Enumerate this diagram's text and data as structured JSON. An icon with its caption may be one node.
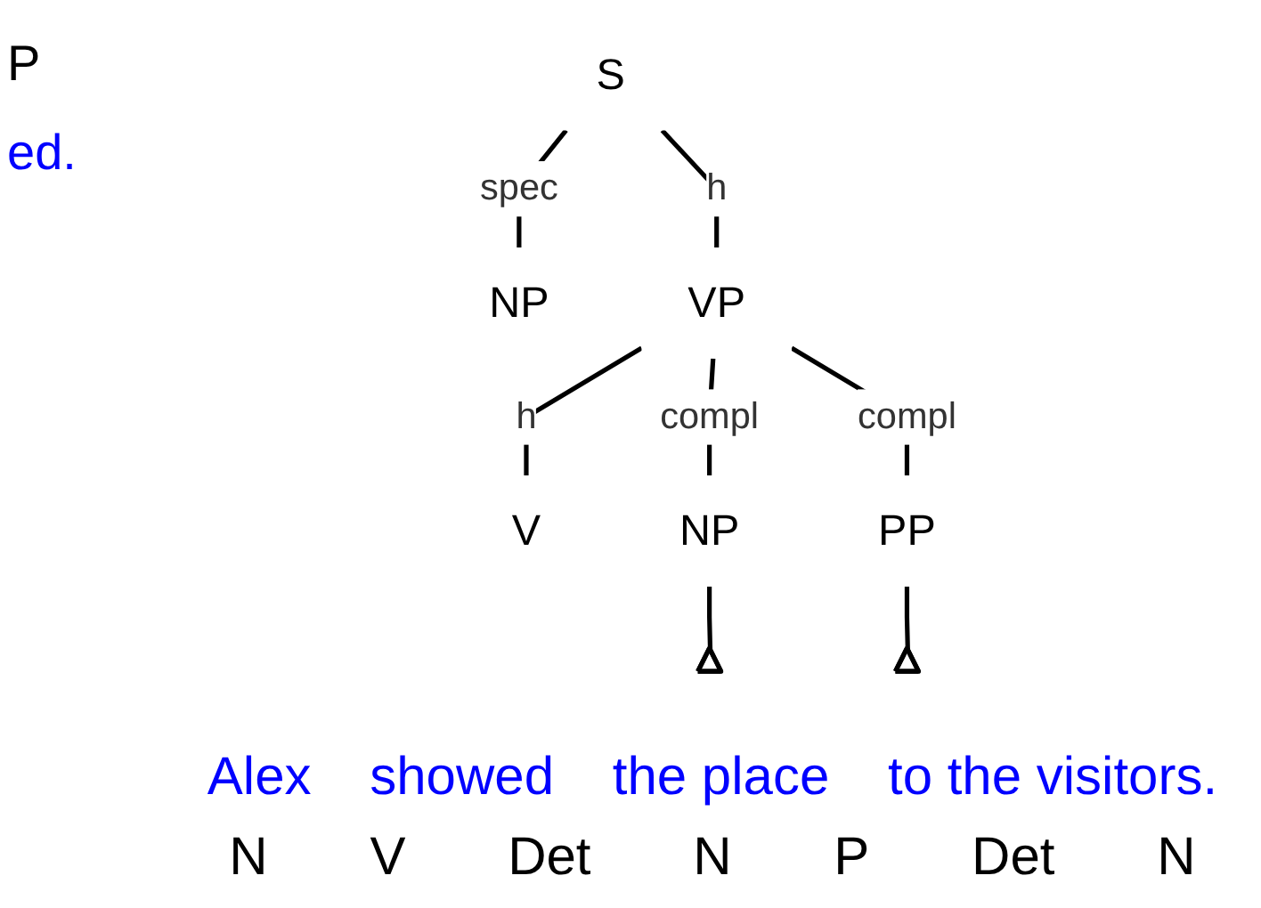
{
  "diagram": {
    "nodes": [
      {
        "text": [
          "S"
        ]
      },
      {
        "text": [
          "VP"
        ]
      },
      {
        "text": [
          "NP"
        ]
      },
      {
        "text": [
          "V"
        ]
      },
      {
        "text": [
          "NP"
        ]
      },
      {
        "text": [
          "PP"
        ]
      },
      {
        "text": [],
        "shape": "triangle"
      },
      {
        "text": [],
        "shape": "triangle"
      }
    ],
    "edges": [
      {
        "from": 0,
        "to": 2,
        "arrow": "none",
        "label": "spec"
      },
      {
        "from": 0,
        "to": 1,
        "arrow": "none",
        "label": "h"
      },
      {
        "from": 1,
        "to": 3,
        "arrow": "none",
        "label": "h"
      },
      {
        "from": 1,
        "to": 4,
        "arrow": "none",
        "label": "compl"
      },
      {
        "from": 1,
        "to": 5,
        "arrow": "none",
        "label": "compl"
      },
      {
        "from": 4,
        "to": 6,
        "arrow": "none"
      },
      {
        "from": 5,
        "to": 7,
        "arrow": "none"
      }
    ],
    "labels": [
      "P",
      "ed.",
      "Alex",
      "showed",
      "the place",
      "to the visitors.",
      "N",
      "V",
      "Det",
      "N",
      "P",
      "Det",
      "N"
    ]
  }
}
